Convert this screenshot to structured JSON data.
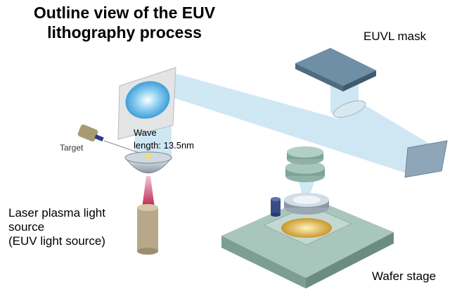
{
  "diagram": {
    "title_line1": "Outline view of the EUV",
    "title_line2": "lithography process",
    "mask_label": "EUVL mask",
    "wafer_stage_label": "Wafer stage",
    "target_label": "Target",
    "wavelength_line1": "Wave",
    "wavelength_line2": "length:  13.5nm",
    "source_line1": "Laser plasma light",
    "source_line2": "source",
    "source_line3": "(EUV light source)"
  },
  "colors": {
    "beam": "#bfdff0",
    "mask": "#5e7f95",
    "stage": "#8fb3a8",
    "laser": "#c22a55",
    "wafer": "#e0b84a"
  }
}
